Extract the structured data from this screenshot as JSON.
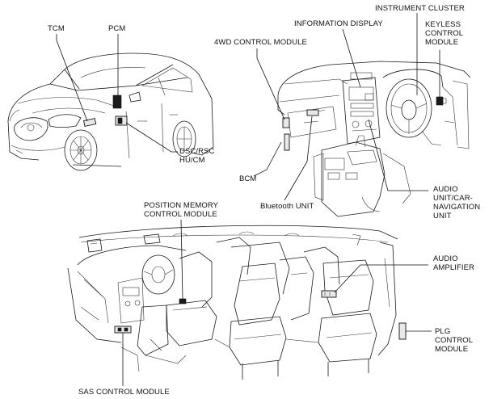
{
  "labels": {
    "tcm": "TCM",
    "pcm": "PCM",
    "fourwd": "4WD CONTROL MODULE",
    "info_display": "INFORMATION DISPLAY",
    "instrument_cluster": "INSTRUMENT CLUSTER",
    "keyless": [
      "KEYLESS",
      "CONTROL",
      "MODULE"
    ],
    "dsc": [
      "DSC/RSC",
      "HU/CM"
    ],
    "bcm": "BCM",
    "bluetooth": "Bluetooth UNIT",
    "audio_unit": [
      "AUDIO",
      "UNIT/CAR-",
      "NAVIGATION",
      "UNIT"
    ],
    "position_memory": [
      "POSITION MEMORY",
      "CONTROL MODULE"
    ],
    "audio_amp": [
      "AUDIO",
      "AMPLIFIER"
    ],
    "plg": [
      "PLG",
      "CONTROL",
      "MODULE"
    ],
    "sas": "SAS CONTROL MODULE"
  }
}
